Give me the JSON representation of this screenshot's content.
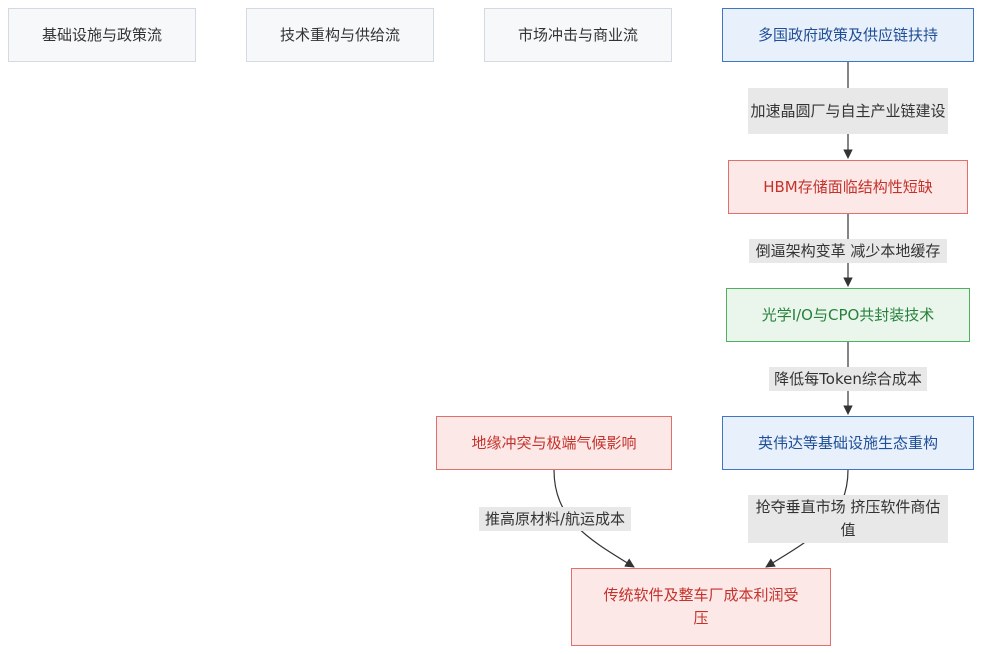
{
  "lanes": {
    "infrastructure": "基础设施与政策流",
    "tech": "技术重构与供给流",
    "market": "市场冲击与商业流"
  },
  "nodes": {
    "policy": "多国政府政策及供应链扶持",
    "hbm": "HBM存储面临结构性短缺",
    "optical": "光学I/O与CPO共封装技术",
    "nvidia": "英伟达等基础设施生态重构",
    "geo": "地缘冲突与极端气候影响",
    "software": "传统软件及整车厂成本利润受压"
  },
  "edge_labels": {
    "policy_to_hbm": "加速晶圆厂与自主产业链建设",
    "hbm_to_optical": "倒逼架构变革 减少本地缓存",
    "optical_to_nvidia": "降低每Token综合成本",
    "geo_to_software": "推高原材料/航运成本",
    "nvidia_to_software": "抢夺垂直市场 挤压软件商估值"
  },
  "colors": {
    "lane": "#f7f8fa",
    "blue": "#e8f0fc",
    "red": "#fce8e7",
    "green": "#eaf6ec",
    "edge": "#333333"
  }
}
